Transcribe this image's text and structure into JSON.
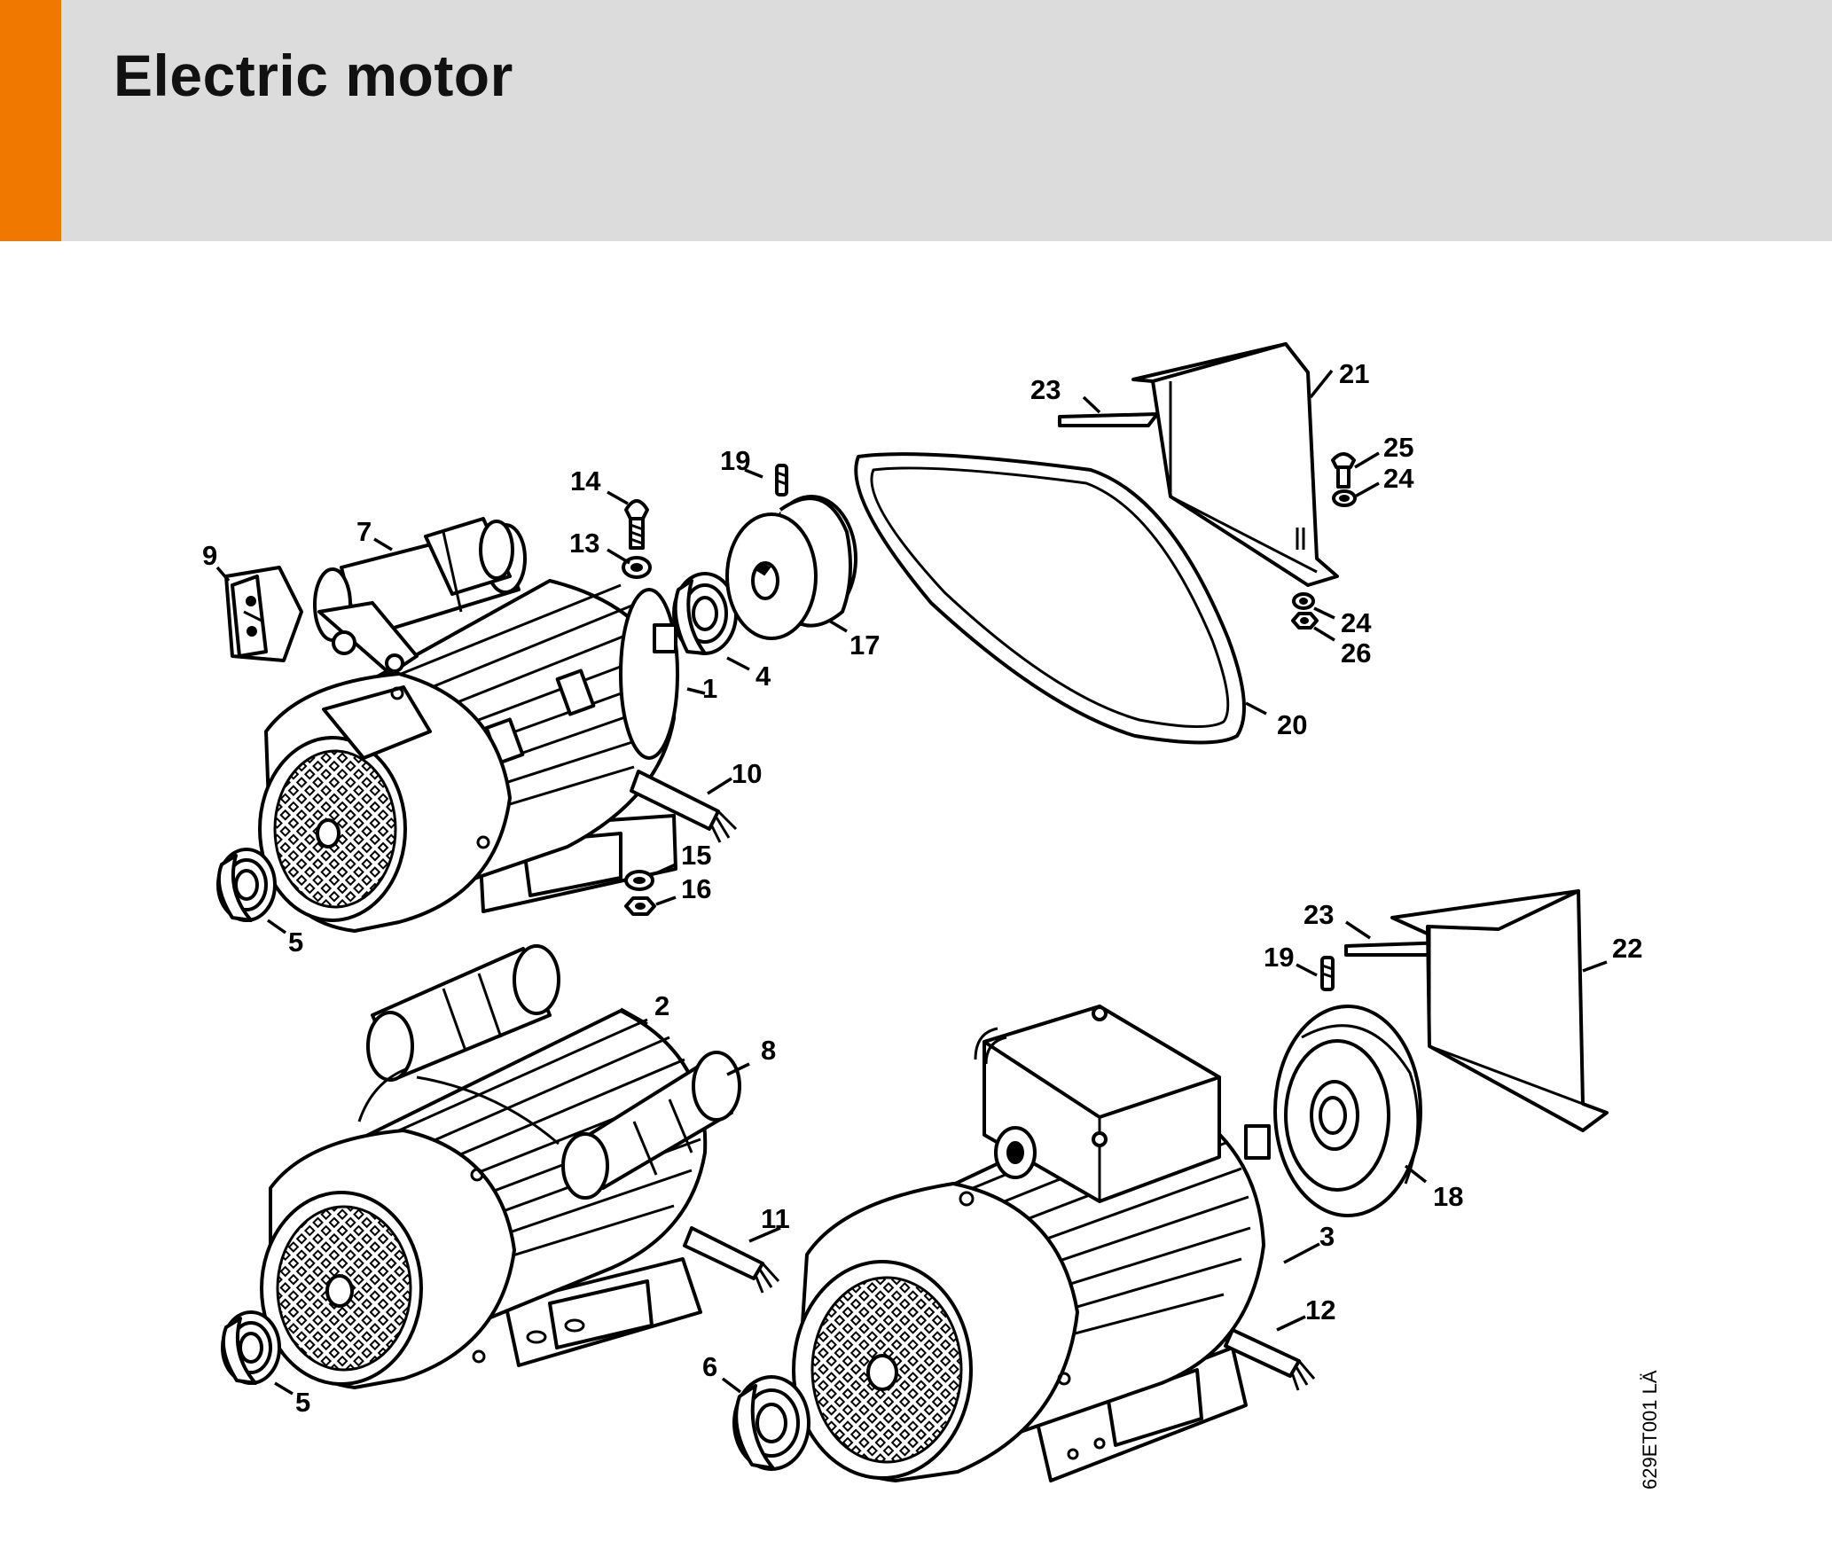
{
  "header": {
    "title": "Electric motor",
    "accent_color": "#f07800",
    "band_color": "#dcdcdc"
  },
  "drawing_code": "629ET001 LÄ",
  "callouts": {
    "c1": "1",
    "c2": "2",
    "c3": "3",
    "c4": "4",
    "c5a": "5",
    "c5b": "5",
    "c6": "6",
    "c7": "7",
    "c8": "8",
    "c9": "9",
    "c10": "10",
    "c11": "11",
    "c12": "12",
    "c13": "13",
    "c14": "14",
    "c15": "15",
    "c16": "16",
    "c17": "17",
    "c18": "18",
    "c19a": "19",
    "c19b": "19",
    "c20": "20",
    "c21": "21",
    "c22": "22",
    "c23a": "23",
    "c23b": "23",
    "c24a": "24",
    "c24b": "24",
    "c25": "25",
    "c26": "26"
  }
}
